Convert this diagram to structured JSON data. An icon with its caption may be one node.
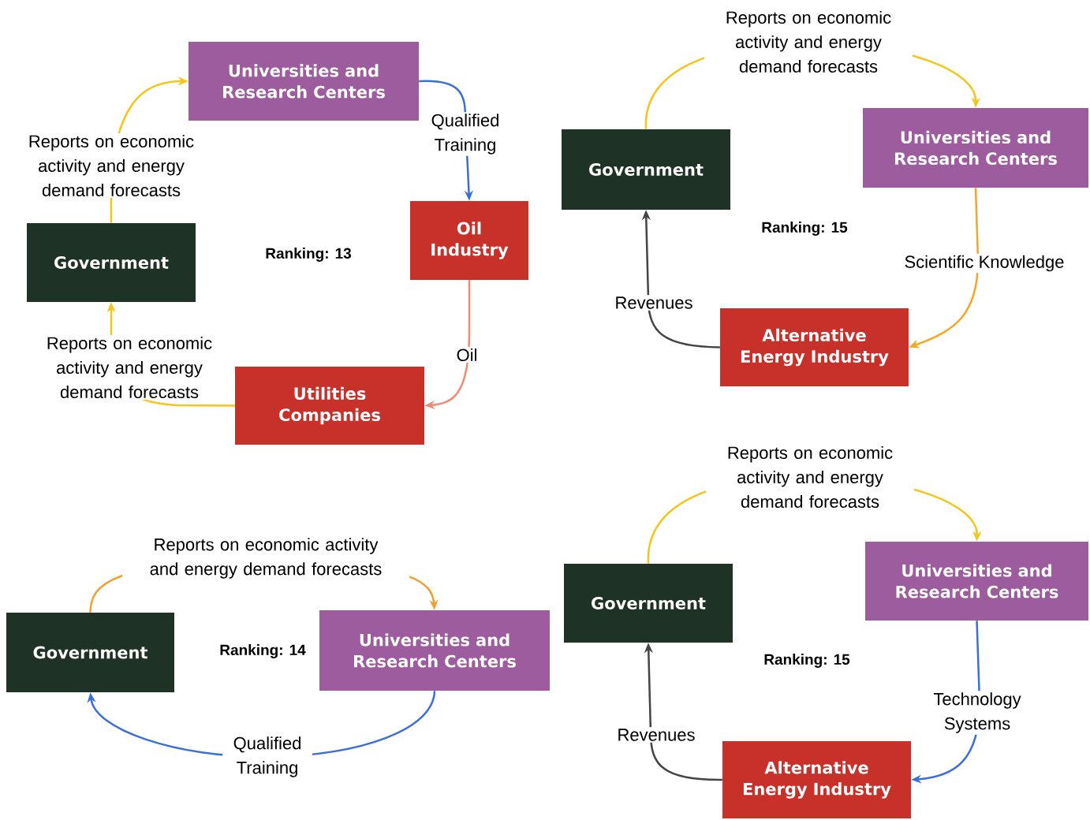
{
  "diagram": {
    "nodes": [
      {
        "text": [
          "Universities and Research Centers"
        ]
      },
      {
        "text": [
          "Oil Industry"
        ]
      },
      {
        "text": [
          "Government"
        ]
      },
      {
        "text": [
          "Utilities Companies"
        ]
      },
      {
        "text": [
          "Government"
        ]
      },
      {
        "text": [
          "Universities and Research Centers"
        ]
      },
      {
        "text": [
          "Alternative Energy Industry"
        ]
      },
      {
        "text": [
          "Government"
        ]
      },
      {
        "text": [
          "Universities and Research Centers"
        ]
      },
      {
        "text": [
          "Government"
        ]
      },
      {
        "text": [
          "Universities and Research Centers"
        ]
      },
      {
        "text": [
          "Alternative Energy Industry"
        ]
      }
    ],
    "edges": [
      {
        "from": 2,
        "to": 0,
        "arrow": "to",
        "label": "Reports on economic activity and energy demand forecasts",
        "color": "#f5c518"
      },
      {
        "from": 0,
        "to": 1,
        "arrow": "to",
        "label": "Qualified Training",
        "color": "#3a6fd8"
      },
      {
        "from": 1,
        "to": 3,
        "arrow": "to",
        "label": "Oil",
        "color": "#f08a70"
      },
      {
        "from": 3,
        "to": 2,
        "arrow": "to",
        "label": "Reports on economic activity and energy demand forecasts",
        "color": "#f5c518"
      },
      {
        "from": 4,
        "to": 5,
        "arrow": "to",
        "label": "Reports on economic activity and energy demand forecasts",
        "color": "#f5c518"
      },
      {
        "from": 5,
        "to": 6,
        "arrow": "to",
        "label": "Scientific Knowledge",
        "color": "#f5a623"
      },
      {
        "from": 6,
        "to": 4,
        "arrow": "to",
        "label": "Revenues",
        "color": "#444444"
      },
      {
        "from": 7,
        "to": 8,
        "arrow": "to",
        "label": "Reports on economic activity and energy demand forecasts",
        "color": "#f0a030"
      },
      {
        "from": 8,
        "to": 7,
        "arrow": "to",
        "label": "Qualified Training",
        "color": "#3a6fd8"
      },
      {
        "from": 9,
        "to": 10,
        "arrow": "to",
        "label": "Reports on economic activity and energy demand forecasts",
        "color": "#f5c518"
      },
      {
        "from": 10,
        "to": 11,
        "arrow": "to",
        "label": "Technology Systems",
        "color": "#3a6fd8"
      },
      {
        "from": 11,
        "to": 9,
        "arrow": "to",
        "label": "Revenues",
        "color": "#444444"
      }
    ],
    "labels": [
      "Ranking: 13",
      "Ranking: 15",
      "Ranking: 14",
      "Ranking: 15"
    ]
  }
}
